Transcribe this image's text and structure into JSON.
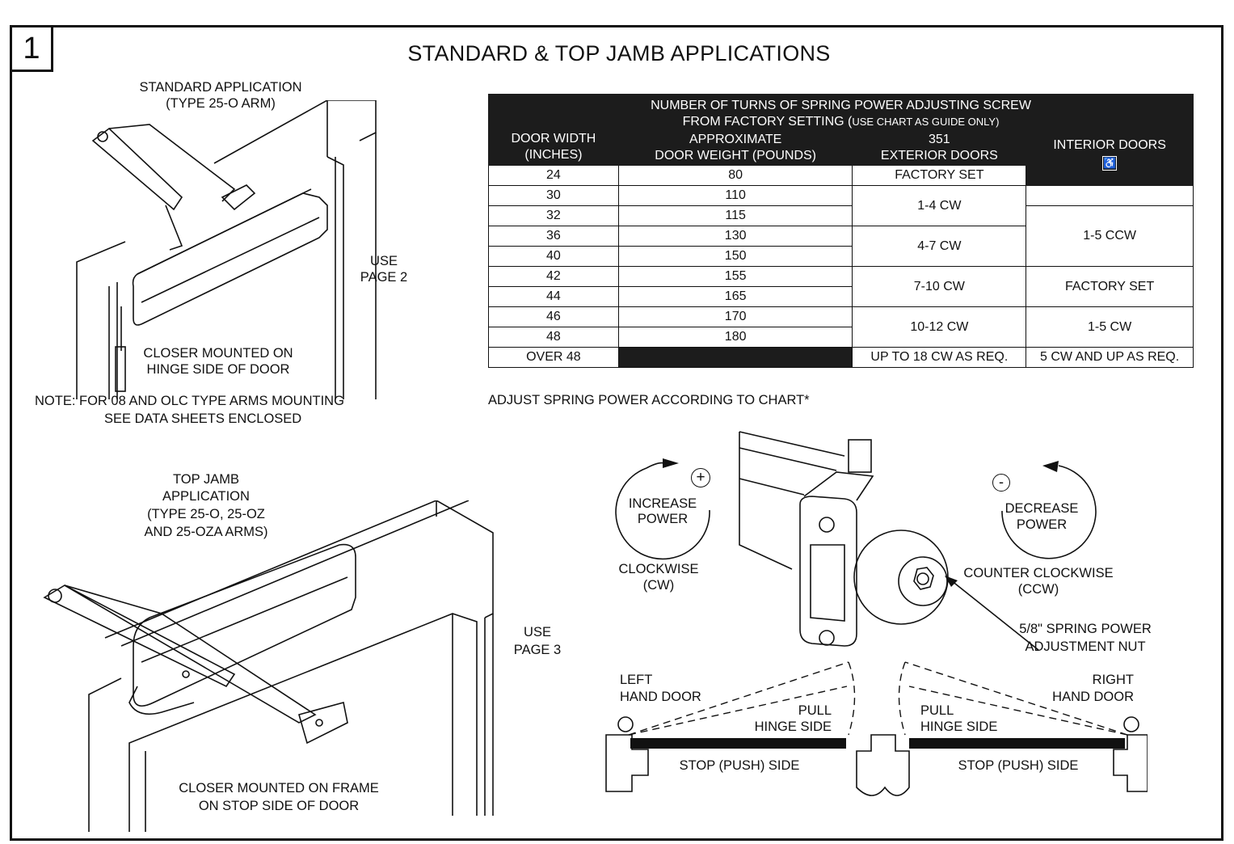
{
  "section_number": "1",
  "title": "STANDARD & TOP JAMB APPLICATIONS",
  "standard": {
    "heading_line1": "STANDARD APPLICATION",
    "heading_line2": "(TYPE 25-O ARM)",
    "use_line1": "USE",
    "use_line2": "PAGE 2",
    "mount_line1": "CLOSER MOUNTED ON",
    "mount_line2": "HINGE SIDE OF DOOR"
  },
  "note": {
    "line1": "NOTE:  FOR 08 AND OLC TYPE ARMS MOUNTING",
    "line2": "SEE DATA SHEETS ENCLOSED"
  },
  "top_jamb": {
    "line1": "TOP JAMB",
    "line2": "APPLICATION",
    "line3": "(TYPE 25-O, 25-OZ",
    "line4": "AND 25-OZA ARMS)",
    "use_line1": "USE",
    "use_line2": "PAGE 3",
    "mount_line1": "CLOSER MOUNTED ON FRAME",
    "mount_line2": "ON STOP SIDE OF DOOR"
  },
  "table": {
    "caption_line1": "NUMBER OF TURNS OF SPRING POWER ADJUSTING SCREW",
    "caption_line2a": "FROM FACTORY SETTING (",
    "caption_line2b": "USE CHART AS GUIDE ONLY)",
    "col_width_line1": "DOOR WIDTH",
    "col_width_line2": "(INCHES)",
    "col_weight_line1": "APPROXIMATE",
    "col_weight_line2": "DOOR WEIGHT (POUNDS)",
    "col_ext_line1": "351",
    "col_ext_line2": "EXTERIOR DOORS",
    "col_int": "INTERIOR DOORS",
    "widths": [
      "24",
      "30",
      "32",
      "36",
      "40",
      "42",
      "44",
      "46",
      "48",
      "OVER 48"
    ],
    "weights": [
      "80",
      "110",
      "115",
      "130",
      "150",
      "155",
      "165",
      "170",
      "180"
    ],
    "ext": [
      "FACTORY SET",
      "1-4 CW",
      "4-7 CW",
      "7-10 CW",
      "10-12 CW",
      "UP TO 18 CW AS REQ."
    ],
    "int": [
      "1-5 CCW",
      "FACTORY SET",
      "1-5 CW",
      "5 CW AND UP AS REQ."
    ],
    "footnote": "ADJUST SPRING POWER ACCORDING TO CHART*"
  },
  "adjust": {
    "increase_line1": "INCREASE",
    "increase_line2": "POWER",
    "plus": "+",
    "cw_line1": "CLOCKWISE",
    "cw_line2": "(CW)",
    "decrease_line1": "DECREASE",
    "decrease_line2": "POWER",
    "minus": "-",
    "ccw_line1": "COUNTER CLOCKWISE",
    "ccw_line2": "(CCW)",
    "nut_line1": "5/8\" SPRING POWER",
    "nut_line2": "ADJUSTMENT NUT"
  },
  "hand_doors": {
    "left_line1": "LEFT",
    "left_line2": "HAND DOOR",
    "right_line1": "RIGHT",
    "right_line2": "HAND DOOR",
    "pull_line1": "PULL",
    "pull_line2": "HINGE SIDE",
    "stop": "STOP (PUSH) SIDE"
  }
}
